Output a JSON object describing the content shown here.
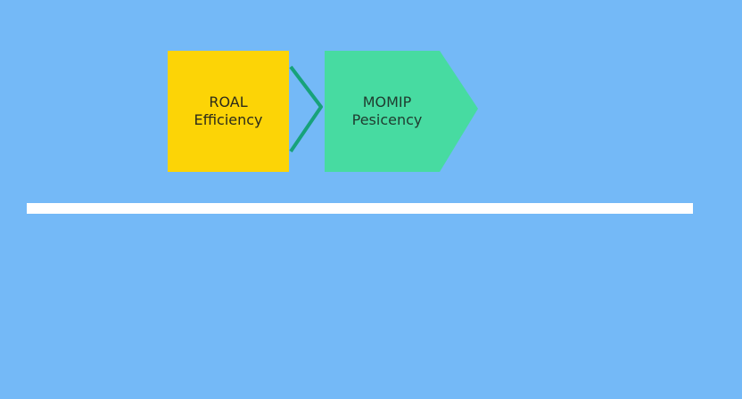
{
  "nodes": [
    {
      "line1": "ROAL",
      "line2": "Efficiency",
      "color": "#fcd406"
    },
    {
      "line1": "MOMIP",
      "line2": "Pesicency",
      "color": "#47dba1"
    }
  ],
  "connector_color": "#17a27a",
  "background": "#74b9f7"
}
